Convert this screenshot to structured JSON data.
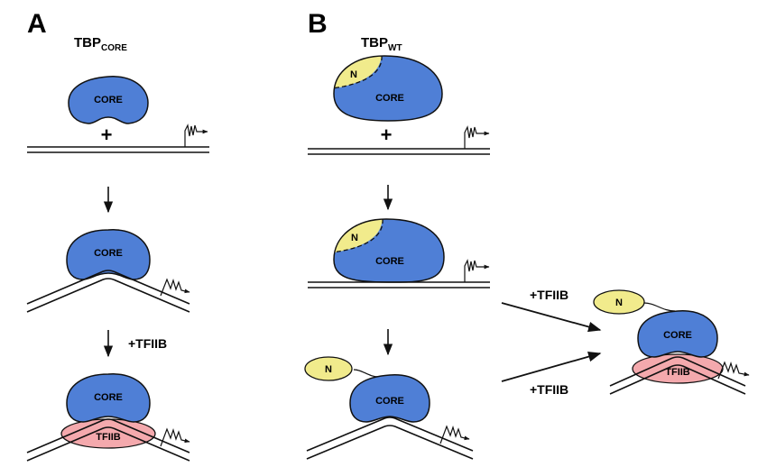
{
  "panels": {
    "a": {
      "letter": "A",
      "title_main": "TBP",
      "title_sub": "CORE",
      "plus": "+",
      "core": "CORE",
      "core2": "CORE",
      "core3": "CORE",
      "tfiib_step": "+TFIIB",
      "tfiib": "TFIIB"
    },
    "b": {
      "letter": "B",
      "title_main": "TBP",
      "title_sub": "WT",
      "plus": "+",
      "n1": "N",
      "core1": "CORE",
      "n2": "N",
      "core2": "CORE",
      "n3": "N",
      "core3": "CORE",
      "tfiib_step_top": "+TFIIB",
      "tfiib_step_bottom": "+TFIIB",
      "n_final": "N",
      "core_final": "CORE",
      "tfiib_final": "TFIIB"
    }
  },
  "colors": {
    "core": "#4f7fd6",
    "n_domain": "#f1eb8c",
    "tfiib": "#f4a9ad",
    "line": "#111111"
  }
}
